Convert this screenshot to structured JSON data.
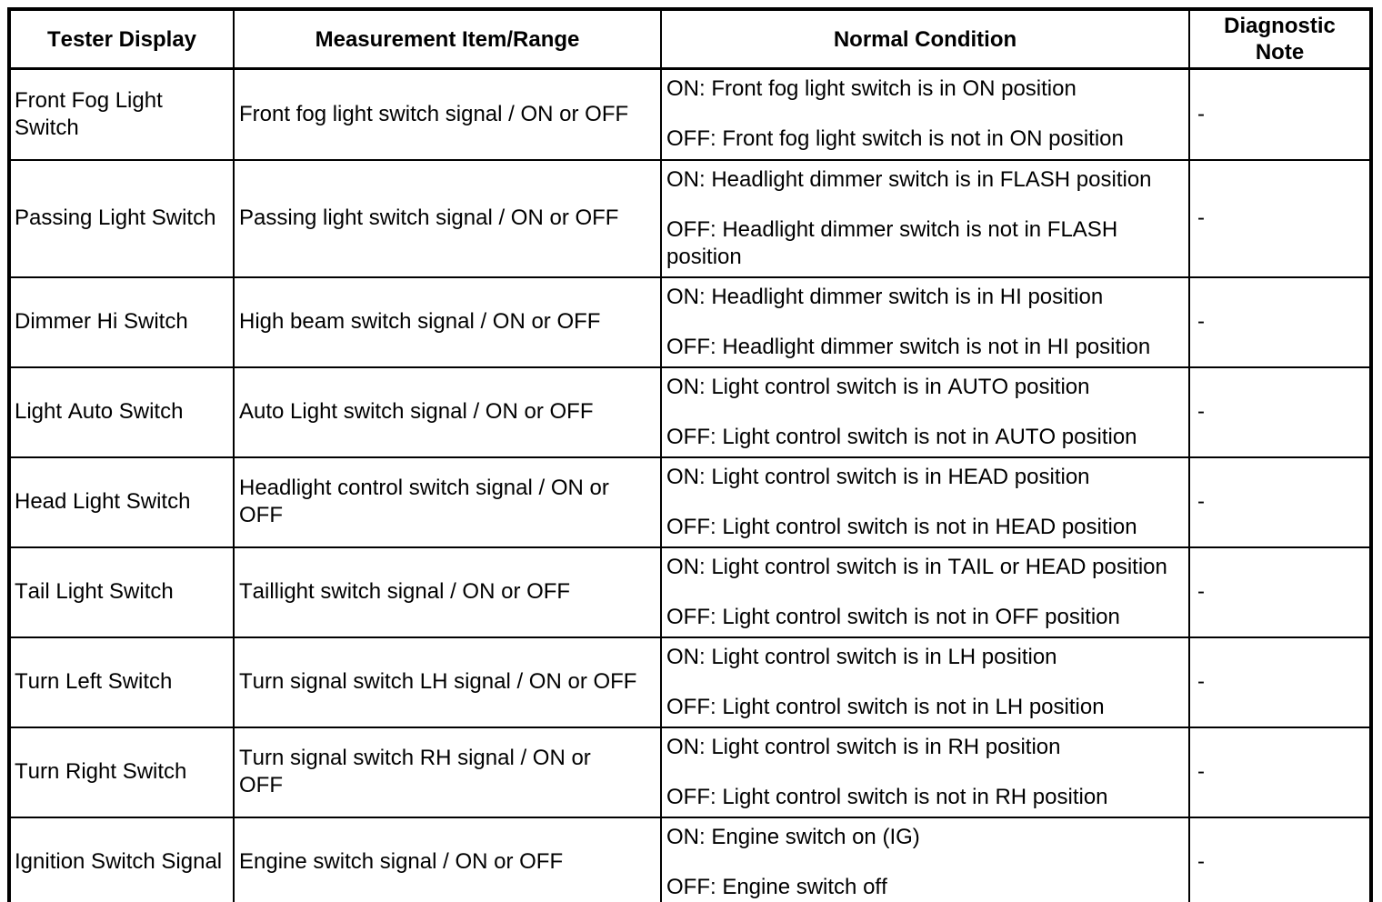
{
  "colors": {
    "background": "#ffffff",
    "text": "#000000",
    "border": "#000000"
  },
  "table": {
    "headers": {
      "tester_display": "Tester Display",
      "measurement": "Measurement Item/Range",
      "normal_condition": "Normal Condition",
      "diagnostic_note": "Diagnostic Note"
    },
    "rows": [
      {
        "tester_display": "Front Fog Light Switch",
        "measurement": "Front fog light switch signal / ON or OFF",
        "condition_on": "ON: Front fog light switch is in ON position",
        "condition_off": "OFF: Front fog light switch is not in ON position",
        "note": "-"
      },
      {
        "tester_display": "Passing Light Switch",
        "measurement": "Passing light switch signal / ON or OFF",
        "condition_on": "ON: Headlight dimmer switch is in FLASH position",
        "condition_off": "OFF: Headlight dimmer switch is not in FLASH position",
        "note": "-"
      },
      {
        "tester_display": "Dimmer Hi Switch",
        "measurement": "High beam switch signal / ON or OFF",
        "condition_on": "ON: Headlight dimmer switch is in HI position",
        "condition_off": "OFF: Headlight dimmer switch is not in HI position",
        "note": "-"
      },
      {
        "tester_display": "Light Auto Switch",
        "measurement": "Auto Light switch signal / ON or OFF",
        "condition_on": "ON: Light control switch is in AUTO position",
        "condition_off": "OFF: Light control switch is not in AUTO position",
        "note": "-"
      },
      {
        "tester_display": "Head Light Switch",
        "measurement": "Headlight control switch signal / ON or OFF",
        "condition_on": "ON: Light control switch is in HEAD position",
        "condition_off": "OFF: Light control switch is not in HEAD position",
        "note": "-"
      },
      {
        "tester_display": "Tail Light Switch",
        "measurement": "Taillight switch signal / ON or OFF",
        "condition_on": "ON: Light control switch is in TAIL or HEAD position",
        "condition_off": "OFF: Light control switch is not in OFF position",
        "note": "-"
      },
      {
        "tester_display": "Turn Left Switch",
        "measurement": "Turn signal switch LH signal / ON or OFF",
        "condition_on": "ON: Light control switch is in LH position",
        "condition_off": "OFF: Light control switch is not in LH position",
        "note": "-"
      },
      {
        "tester_display": "Turn Right Switch",
        "measurement": "Turn signal switch RH signal / ON or OFF",
        "condition_on": "ON: Light control switch is in RH position",
        "condition_off": "OFF: Light control switch is not in RH position",
        "note": "-"
      },
      {
        "tester_display": "Ignition Switch Signal",
        "measurement": "Engine switch signal / ON or OFF",
        "condition_on": "ON: Engine switch on (IG)",
        "condition_off": "OFF: Engine switch off",
        "note": "-"
      }
    ]
  }
}
